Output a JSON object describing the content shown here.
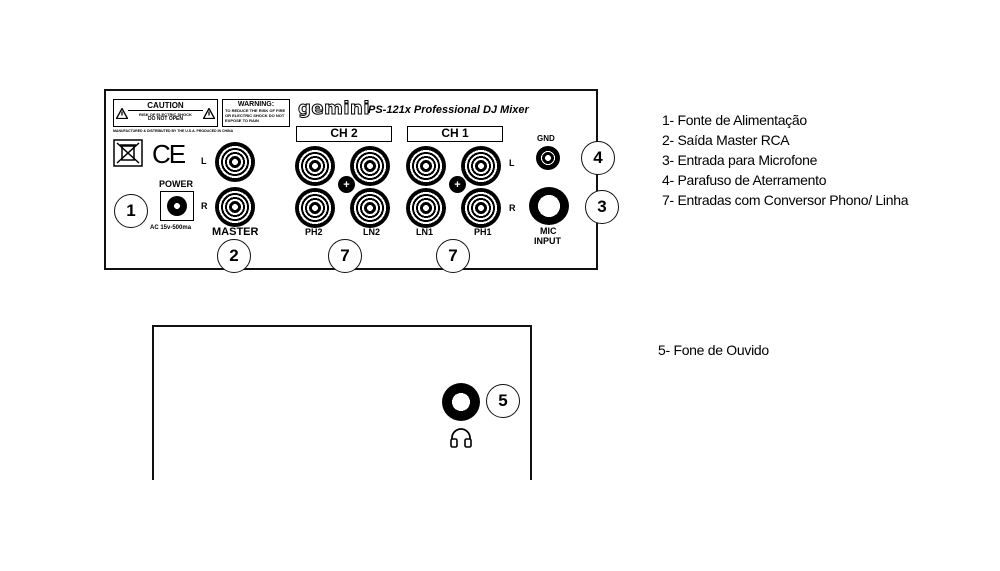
{
  "rear_panel": {
    "caution_title": "CAUTION",
    "caution_line1": "RISK OF ELECTRIC SHOCK",
    "caution_line2": "DO NOT OPEN",
    "warning_title": "WARNING:",
    "warning_text": "TO REDUCE THE RISK OF FIRE OR ELECTRIC SHOCK DO NOT EXPOSE TO RAIN",
    "fine_print": "MANUFACTURED & DISTRIBUTED BY THE U.S.A. PRODUCED IN CHINA",
    "brand": "gemini",
    "model": "PS-121x Professional DJ Mixer",
    "ce_mark": "CE",
    "ch2_label": "CH 2",
    "ch1_label": "CH 1",
    "power_label": "POWER",
    "power_rating": "AC 15v-500ma",
    "master_label": "MASTER",
    "left_label": "L",
    "right_label": "R",
    "jack_ph2": "PH2",
    "jack_ln2": "LN2",
    "jack_ln1": "LN1",
    "jack_ph1": "PH1",
    "gnd_label": "GND",
    "mic_label": "MIC",
    "input_label": "INPUT"
  },
  "callouts": {
    "power": "1",
    "master": "2",
    "mic": "3",
    "gnd": "4",
    "headphone": "5",
    "ch2": "7",
    "ch1": "7"
  },
  "legend": {
    "items": [
      "1- Fonte de Alimentação",
      "2- Saída Master RCA",
      "3- Entrada para Microfone",
      "4- Parafuso de Aterramento",
      "7- Entradas com Conversor Phono/ Linha"
    ],
    "headphone_item": "5- Fone de Ouvido"
  },
  "icons": {
    "weee": "crossed-bin-icon",
    "headphone": "headphone-icon",
    "caution": "warning-triangle-icon"
  }
}
